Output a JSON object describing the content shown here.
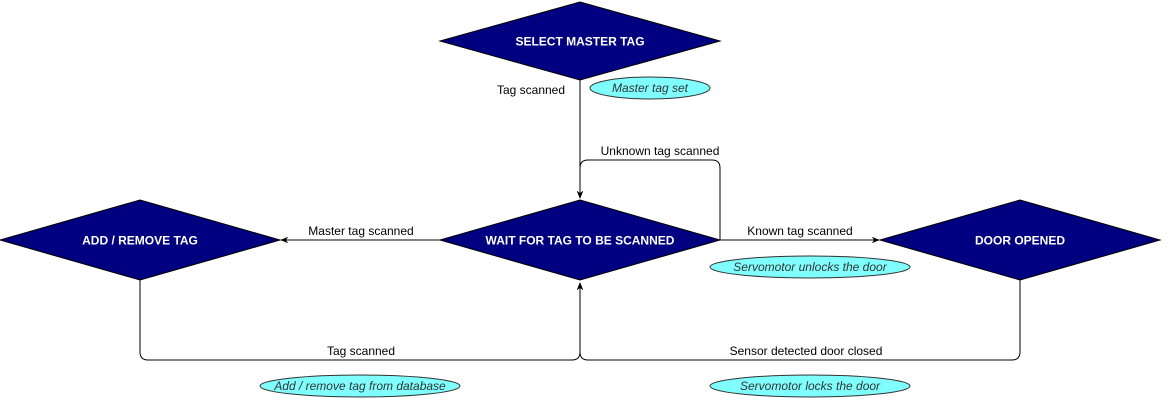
{
  "colors": {
    "state_fill": "#000080",
    "state_text": "#ffffff",
    "note_fill": "#80ffff",
    "edge": "#000000"
  },
  "states": {
    "select_master": "SELECT MASTER TAG",
    "wait_for_tag": "WAIT FOR TAG TO BE SCANNED",
    "add_remove": "ADD / REMOVE TAG",
    "door_opened": "DOOR OPENED"
  },
  "transitions": {
    "select_to_wait": "Tag scanned",
    "wait_self_loop": "Unknown tag scanned",
    "wait_to_add_remove": "Master tag scanned",
    "wait_to_door": "Known tag scanned",
    "add_remove_to_wait": "Tag scanned",
    "door_to_wait": "Sensor detected door closed"
  },
  "actions": {
    "master_set": "Master tag set",
    "servo_unlock": "Servomotor unlocks the door",
    "db_update": "Add / remove tag from database",
    "servo_lock": "Servomotor locks the door"
  }
}
